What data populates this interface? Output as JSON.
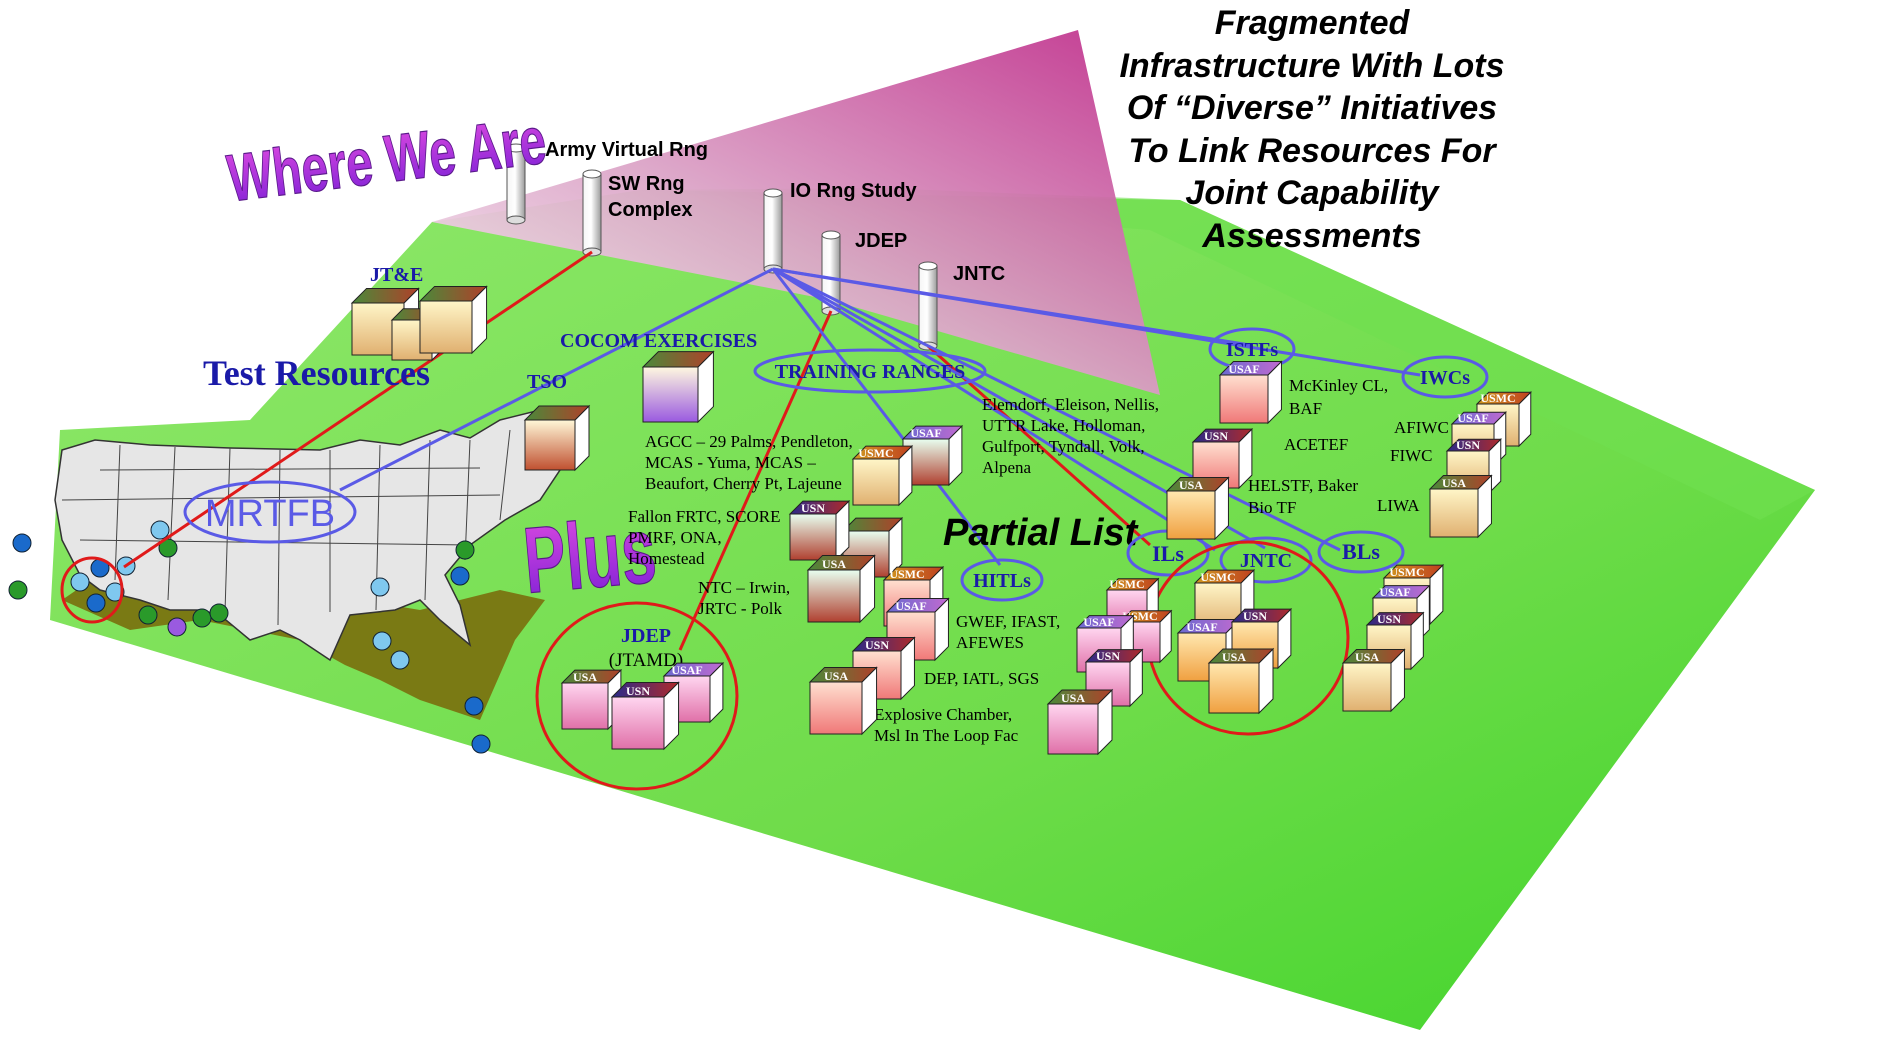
{
  "headline": {
    "lines": [
      "Fragmented",
      "Infrastructure With Lots",
      "Of “Diverse” Initiatives",
      "To Link Resources For",
      "Joint Capability",
      "Assessments"
    ]
  },
  "where_we_are": "Where We Are",
  "plus": "Plus",
  "partial_list": "Partial List",
  "test_resources": "Test Resources",
  "mrtfb": "MRTFB",
  "pillars": {
    "army_virtual_rng": "Army Virtual Rng",
    "sw_rng_line1": "SW Rng",
    "sw_rng_line2": "Complex",
    "io_rng_study": "IO Rng Study",
    "jdep": "JDEP",
    "jntc": "JNTC"
  },
  "groups": {
    "jte": "JT&E",
    "tso": "TSO",
    "cocom_exercises": "COCOM EXERCISES",
    "training_ranges": "TRAINING RANGES",
    "istfs": "ISTFs",
    "iwcs": "IWCs",
    "hitls": "HITLs",
    "ils": "ILs",
    "jntc_oval": "JNTC",
    "bls": "BLs",
    "jdep_circle": "JDEP",
    "jtamd": "(JTAMD)"
  },
  "notes": {
    "agcc": [
      "AGCC – 29 Palms, Pendleton,",
      "MCAS - Yuma, MCAS –",
      "Beaufort, Cherry Pt, Lajeune"
    ],
    "fallon": [
      "Fallon FRTC, SCORE",
      "PMRF, ONA,",
      "Homestead"
    ],
    "ntc": [
      "NTC – Irwin,",
      "JRTC - Polk"
    ],
    "elemdorf": [
      "Elemdorf, Eleison, Nellis,",
      "UTTR Lake, Holloman,",
      "Gulfport, Tyndall, Volk,",
      "Alpena"
    ],
    "mckinley": [
      "McKinley CL,",
      "BAF"
    ],
    "acetef": "ACETEF",
    "helstf": [
      "HELSTF, Baker",
      "Bio TF"
    ],
    "afiwc": "AFIWC",
    "fiwc": "FIWC",
    "liwa": "LIWA",
    "gwef": [
      "GWEF, IFAST,",
      "AFEWES"
    ],
    "dep": "DEP, IATL, SGS",
    "explosive": [
      "Explosive Chamber,",
      "Msl In The Loop Fac"
    ]
  },
  "services": {
    "usa": "USA",
    "usn": "USN",
    "usaf": "USAF",
    "usmc": "USMC"
  },
  "colors": {
    "ground": "#7ee25a",
    "ground_edge": "#57d43a",
    "cone_top": "#c2378f",
    "link_blue": "#5a5ae6",
    "link_red": "#e01a1a",
    "label_blue": "#1a1aa8",
    "map_land": "#e6e6e6",
    "map_shadow": "#7a7a14"
  }
}
